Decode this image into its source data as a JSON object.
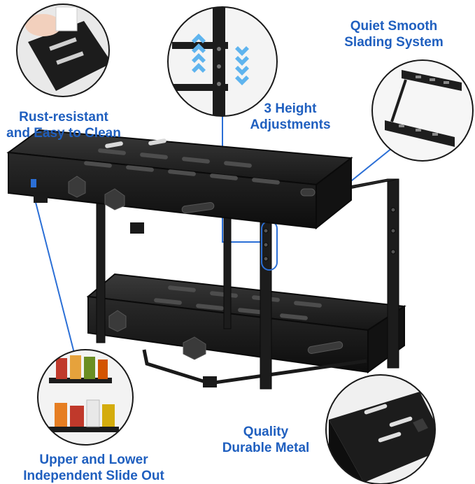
{
  "labels": {
    "rust": {
      "line1": "Rust-resistant",
      "line2": "and Easy to Clean"
    },
    "height": {
      "line1": "3 Height",
      "line2": "Adjustments"
    },
    "sliding": {
      "line1": "Quiet Smooth",
      "line2": "Slading System"
    },
    "metal": {
      "line1": "Quality",
      "line2": "Durable Metal"
    },
    "slide": {
      "line1": "Upper and Lower",
      "line2": "Independent Slide Out"
    }
  },
  "colors": {
    "accent": "#1f5fbf",
    "callout_line": "#2b6fd6",
    "product_black": "#1e1e1e",
    "arrow_blue": "#5fb4ee"
  },
  "icons": [
    "up-arrows-icon",
    "down-arrows-icon"
  ]
}
